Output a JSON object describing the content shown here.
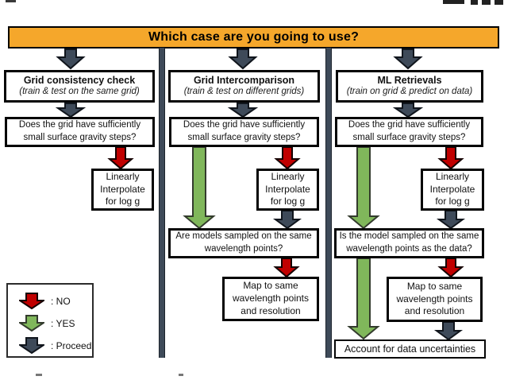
{
  "banner": {
    "title": "Which case are you going to use?"
  },
  "columns": [
    {
      "header_title": "Grid consistency check",
      "header_subtitle": "(train & test on the same grid)",
      "gravity_question": "Does the grid have sufficiently small surface gravity steps?",
      "interpolate_label": "Linearly Interpolate for log g"
    },
    {
      "header_title": "Grid Intercomparison",
      "header_subtitle": "(train & test on different grids)",
      "gravity_question": "Does the grid have sufficiently small surface gravity steps?",
      "interpolate_label": "Linearly Interpolate for log g",
      "wavelength_question": "Are models sampled on the same wavelength points?",
      "map_label": "Map to same wavelength points and resolution"
    },
    {
      "header_title": "ML Retrievals",
      "header_subtitle": "(train on grid & predict on data)",
      "gravity_question": "Does the grid have sufficiently small surface gravity steps?",
      "interpolate_label": "Linearly Interpolate for log g",
      "wavelength_question": "Is the model sampled on the same wavelength points as the data?",
      "map_label": "Map to same wavelength points and resolution",
      "uncertainties_label": "Account for data uncertainties"
    }
  ],
  "legend": {
    "items": [
      {
        "meaning": "no",
        "label": ": NO"
      },
      {
        "meaning": "yes",
        "label": ": YES"
      },
      {
        "meaning": "proceed",
        "label": ": Proceed"
      }
    ]
  },
  "colors": {
    "banner_bg": "#f5a72b",
    "no_arrow": "#c00000",
    "yes_arrow": "#80b75b",
    "proceed_arrow": "#3e4a59"
  }
}
